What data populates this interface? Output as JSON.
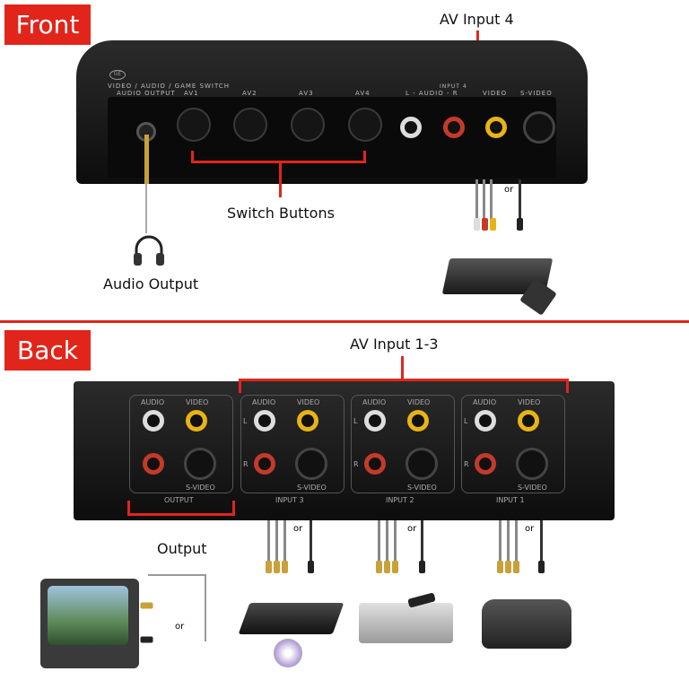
{
  "front": {
    "tag": "Front",
    "callout_av_input4": "AV Input 4",
    "callout_switch_buttons": "Switch Buttons",
    "callout_audio_output": "Audio Output",
    "panel_labels": {
      "brand": "GE",
      "product": "VIDEO / AUDIO / GAME  SWITCH",
      "audio_output": "AUDIO OUTPUT",
      "av1": "AV1",
      "av2": "AV2",
      "av3": "AV3",
      "av4": "AV4",
      "input4": "INPUT 4",
      "l_audio_r": "L - AUDIO - R",
      "video": "VIDEO",
      "s_video": "S-VIDEO"
    },
    "or": "or"
  },
  "back": {
    "tag": "Back",
    "callout_av_input": "AV Input 1-3",
    "callout_output": "Output",
    "panels": [
      {
        "name": "OUTPUT",
        "audio": "AUDIO",
        "video": "VIDEO",
        "svideo": "S-VIDEO"
      },
      {
        "name": "INPUT 3",
        "audio": "AUDIO",
        "video": "VIDEO",
        "svideo": "S-VIDEO"
      },
      {
        "name": "INPUT 2",
        "audio": "AUDIO",
        "video": "VIDEO",
        "svideo": "S-VIDEO"
      },
      {
        "name": "INPUT 1",
        "audio": "AUDIO",
        "video": "VIDEO",
        "svideo": "S-VIDEO"
      }
    ],
    "l": "L",
    "r": "R",
    "or": "or"
  },
  "colors": {
    "accent": "#e1251b"
  }
}
